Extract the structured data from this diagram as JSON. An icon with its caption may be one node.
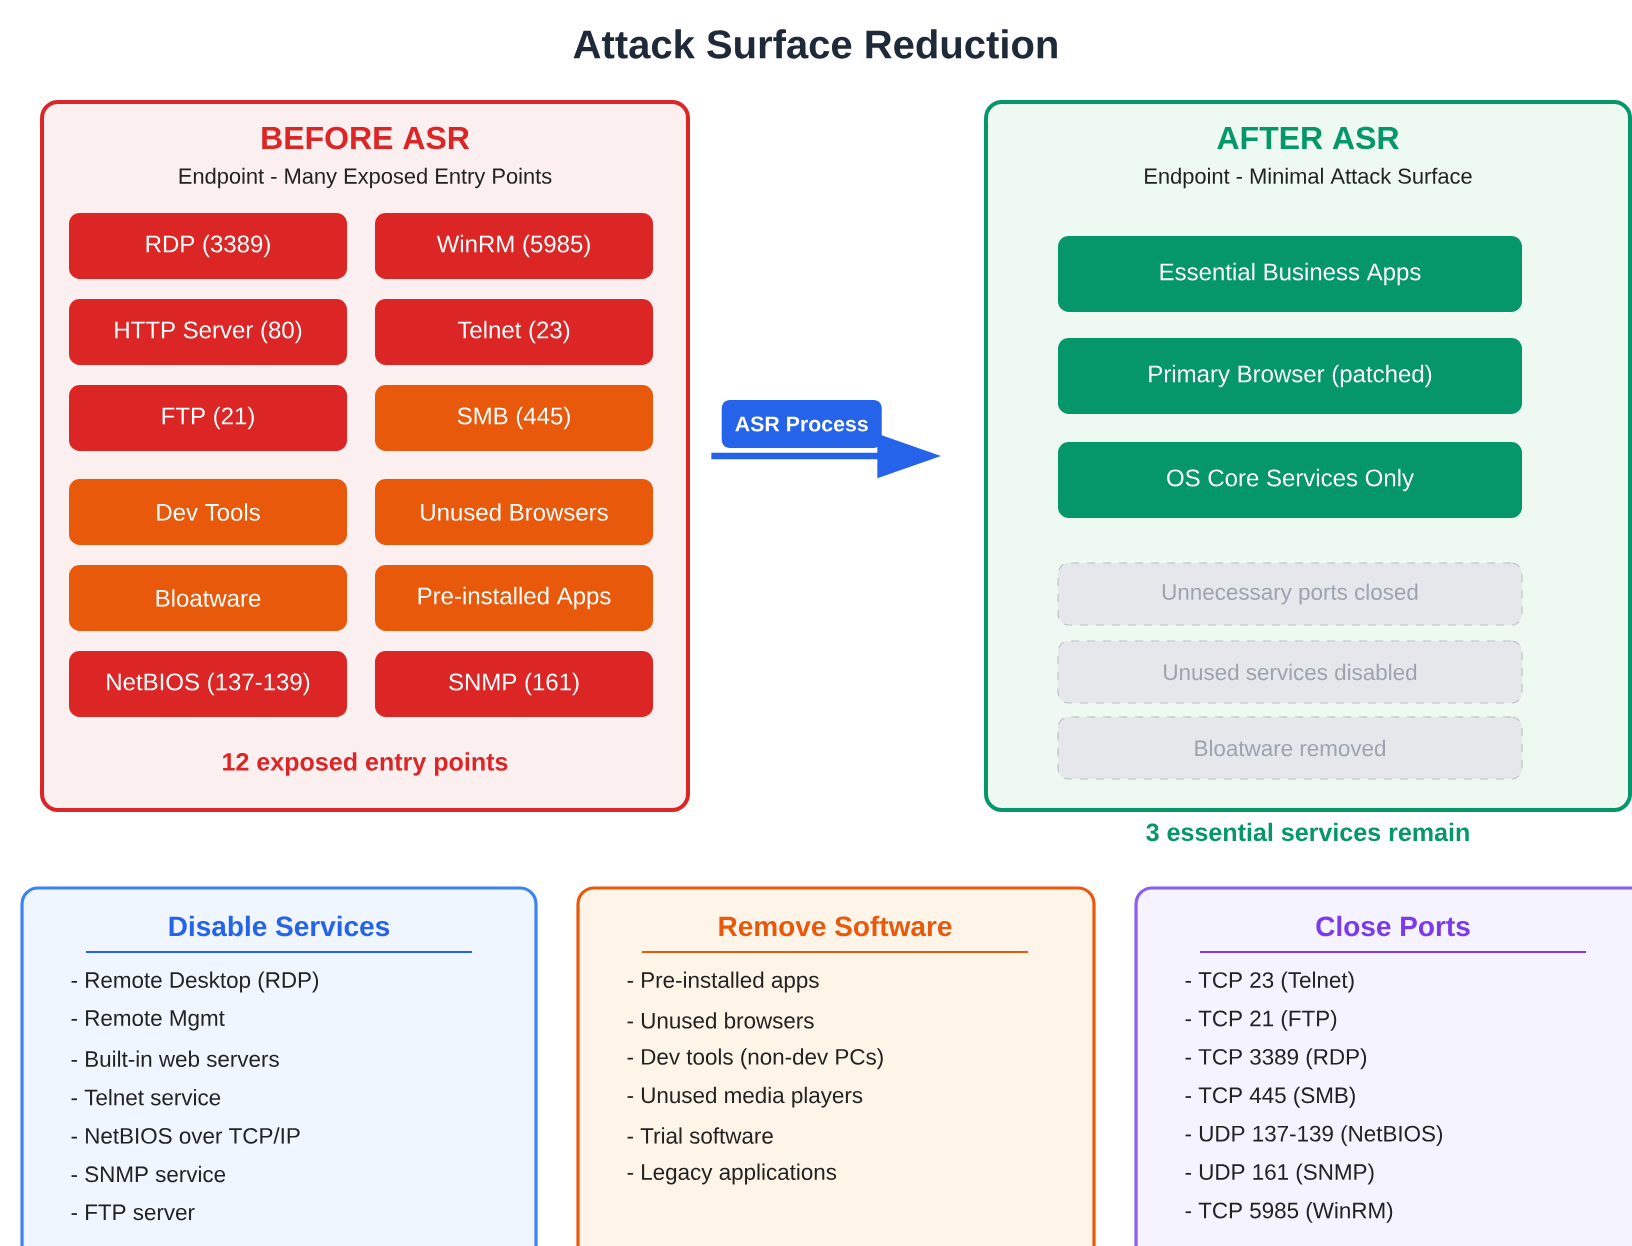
{
  "diagram": {
    "title": "Attack Surface Reduction",
    "nodes": [
      {
        "text": [
          "BEFORE ASR",
          "Endpoint - Many Exposed Entry Points",
          "12 exposed entry points"
        ]
      },
      {
        "text": [
          "RDP (3389)"
        ],
        "in": 0
      },
      {
        "text": [
          "WinRM (5985)"
        ],
        "in": 0
      },
      {
        "text": [
          "HTTP Server (80)"
        ],
        "in": 0
      },
      {
        "text": [
          "Telnet (23)"
        ],
        "in": 0
      },
      {
        "text": [
          "FTP (21)"
        ],
        "in": 0
      },
      {
        "text": [
          "SMB (445)"
        ],
        "in": 0
      },
      {
        "text": [
          "Dev Tools"
        ],
        "in": 0
      },
      {
        "text": [
          "Unused Browsers"
        ],
        "in": 0
      },
      {
        "text": [
          "Bloatware"
        ],
        "in": 0
      },
      {
        "text": [
          "Pre-installed Apps"
        ],
        "in": 0
      },
      {
        "text": [
          "NetBIOS (137-139)"
        ],
        "in": 0
      },
      {
        "text": [
          "SNMP (161)"
        ],
        "in": 0
      },
      {
        "text": [
          "AFTER ASR",
          "Endpoint - Minimal Attack Surface"
        ],
        "beside": [
          "3 essential services remain"
        ]
      },
      {
        "text": [
          "Essential Business Apps"
        ],
        "in": 13
      },
      {
        "text": [
          "Primary Browser (patched)"
        ],
        "in": 13
      },
      {
        "text": [
          "OS Core Services Only"
        ],
        "in": 13
      },
      {
        "text": [
          "Unnecessary ports closed"
        ],
        "in": 13
      },
      {
        "text": [
          "Unused services disabled"
        ],
        "in": 13
      },
      {
        "text": [
          "Bloatware removed"
        ],
        "in": 13
      },
      {
        "text": [
          "Disable Services",
          "- Remote Desktop (RDP)",
          "- Remote Mgmt",
          "- Built-in web servers",
          "- Telnet service",
          "- NetBIOS over TCP/IP",
          "- SNMP service",
          "- FTP server"
        ]
      },
      {
        "text": [
          "Remove Software",
          "- Pre-installed apps",
          "- Unused browsers",
          "- Dev tools (non-dev PCs)",
          "- Unused media players",
          "- Trial software",
          "- Legacy applications"
        ]
      },
      {
        "text": [
          "Close Ports",
          "- TCP 23 (Telnet)",
          "- TCP 21 (FTP)",
          "- TCP 3389 (RDP)",
          "- TCP 445 (SMB)",
          "- UDP 137-139 (NetBIOS)",
          "- UDP 161 (SNMP)",
          "- TCP 5985 (WinRM)"
        ]
      }
    ],
    "edges": [
      {
        "from": 0,
        "to": 13,
        "arrow": "to",
        "label": "ASR Process"
      }
    ]
  }
}
